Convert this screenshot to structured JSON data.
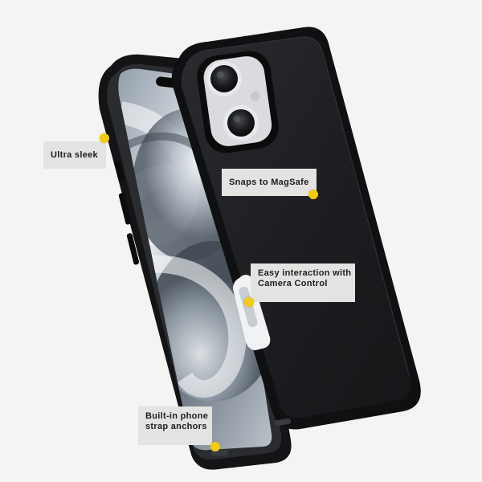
{
  "callouts": {
    "ultra_sleek": "Ultra sleek",
    "magsafe": "Snaps to MagSafe",
    "camera_control_line1": "Easy interaction with",
    "camera_control_line2": "Camera Control",
    "strap_line1": "Built-in phone",
    "strap_line2": "strap anchors"
  },
  "colors": {
    "accent_dot": "#f2cc10",
    "callout_bg": "#e3e3e1",
    "case_black": "#1c1d20",
    "background": "#f4f4f2"
  }
}
